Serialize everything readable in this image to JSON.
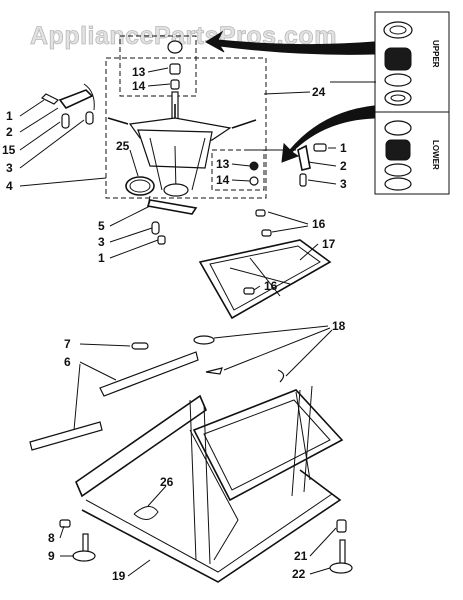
{
  "watermark": "AppliancePartsPros.com",
  "inset_labels": {
    "upper": "UPPER",
    "lower": "LOWER"
  },
  "callouts": {
    "c1a": "1",
    "c2a": "2",
    "c15": "15",
    "c3a": "3",
    "c4": "4",
    "c25": "25",
    "c13a": "13",
    "c14a": "14",
    "c24": "24",
    "c13b": "13",
    "c14b": "14",
    "c1b": "1",
    "c2b": "2",
    "c3b": "3",
    "c5": "5",
    "c3c": "3",
    "c1c": "1",
    "c16a": "16",
    "c17": "17",
    "c16b": "16",
    "c18": "18",
    "c7": "7",
    "c6": "6",
    "c26": "26",
    "c8": "8",
    "c9": "9",
    "c19": "19",
    "c21": "21",
    "c22": "22"
  },
  "colors": {
    "ink": "#111111",
    "paper": "#ffffff",
    "watermark": "#d8d8d8"
  }
}
